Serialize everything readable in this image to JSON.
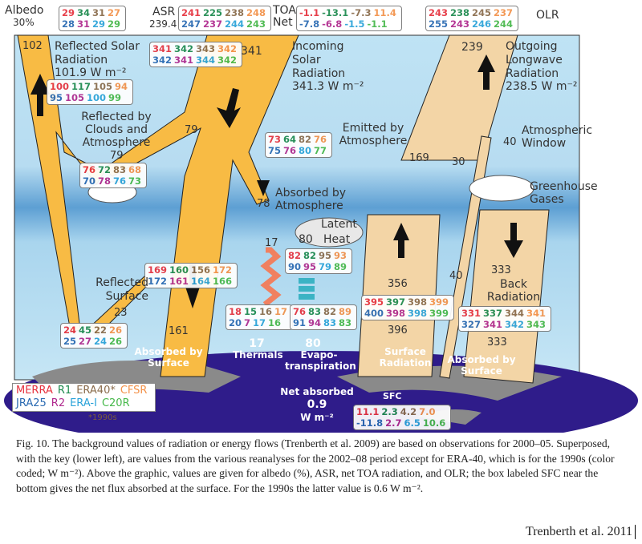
{
  "colors": {
    "merra": "#e6323e",
    "r1": "#1d8a4e",
    "era40": "#8a6c4c",
    "cfsr": "#f3924a",
    "jra25": "#2a6ab2",
    "r2": "#b02a8e",
    "erai": "#2ba3d9",
    "c20r": "#46b84a"
  },
  "header": {
    "albedo": "Albedo",
    "albedo_val": "30%",
    "asr": "ASR",
    "asr_val": "239.4",
    "toa": "TOA",
    "net": "Net",
    "olr": "OLR"
  },
  "boxes": {
    "albedo": [
      [
        29,
        34,
        31,
        27
      ],
      [
        28,
        31,
        29,
        29
      ]
    ],
    "asr": [
      [
        241,
        225,
        238,
        248
      ],
      [
        247,
        237,
        244,
        243
      ]
    ],
    "toa": [
      [
        "-1.1",
        "-13.1",
        "-7.3",
        "11.4"
      ],
      [
        "-7.8",
        "-6.8",
        "-1.5",
        "-1.1"
      ]
    ],
    "olr": [
      [
        243,
        238,
        245,
        237
      ],
      [
        255,
        243,
        246,
        244
      ]
    ],
    "incoming": [
      [
        341,
        342,
        343,
        342
      ],
      [
        342,
        341,
        344,
        342
      ]
    ],
    "reflected_solar": [
      [
        100,
        117,
        105,
        94
      ],
      [
        95,
        105,
        100,
        99
      ]
    ],
    "clouds": [
      [
        76,
        72,
        83,
        68
      ],
      [
        70,
        78,
        76,
        73
      ]
    ],
    "absorbed_atm": [
      [
        73,
        64,
        82,
        76
      ],
      [
        75,
        76,
        80,
        77
      ]
    ],
    "latent": [
      [
        82,
        82,
        95,
        93
      ],
      [
        90,
        95,
        79,
        89
      ]
    ],
    "thermals": [
      [
        18,
        15,
        16,
        17
      ],
      [
        20,
        7,
        17,
        16
      ]
    ],
    "evapo": [
      [
        76,
        83,
        82,
        89
      ],
      [
        91,
        94,
        83,
        83
      ]
    ],
    "surface_rad": [
      [
        395,
        397,
        398,
        399
      ],
      [
        400,
        398,
        398,
        399
      ]
    ],
    "back_rad": [
      [
        331,
        337,
        344,
        341
      ],
      [
        327,
        341,
        342,
        343
      ]
    ],
    "absorbed_sfc": [
      [
        169,
        160,
        156,
        172
      ],
      [
        172,
        161,
        164,
        166
      ]
    ],
    "reflected_sfc": [
      [
        24,
        45,
        22,
        26
      ],
      [
        25,
        27,
        24,
        26
      ]
    ],
    "sfc": [
      [
        "11.1",
        "2.3",
        "4.2",
        "7.0"
      ],
      [
        "-11.8",
        "2.7",
        "6.5",
        "10.6"
      ]
    ]
  },
  "labels": {
    "v102": "102",
    "reflected_solar": "Reflected Solar Radiation",
    "reflected_solar_val": "101.9 W m⁻²",
    "v341": "341",
    "incoming": "Incoming Solar Radiation",
    "incoming_val": "341.3 W m⁻²",
    "v239": "239",
    "outgoing": "Outgoing Longwave Radiation",
    "outgoing_val": "238.5 W m⁻²",
    "clouds": "Reflected by Clouds and Atmosphere",
    "v79a": "79",
    "v79b": "79",
    "v78": "78",
    "absorbed_atm": "Absorbed by Atmosphere",
    "emitted": "Emitted by Atmosphere",
    "v169": "169",
    "v30": "30",
    "v40a": "40",
    "window": "Atmospheric Window",
    "ghg": "Greenhouse Gases",
    "latent": "Latent",
    "v80": "80",
    "heat": "Heat",
    "v17": "17",
    "v356": "356",
    "v396": "396",
    "v40b": "40",
    "v333a": "333",
    "back": "Back Radiation",
    "v333b": "333",
    "reflected_sfc": "Reflected Surface",
    "v23": "23",
    "v161": "161",
    "absorbed_sfc": "Absorbed by Surface",
    "thermals_val": "17",
    "thermals": "Thermals",
    "evapo_val": "80",
    "evapo": "Evapo-transpiration",
    "surface_rad": "Surface Radiation",
    "absorbed_sfc2": "Absorbed by Surface",
    "net_absorbed": "Net absorbed",
    "net_val": "0.9",
    "net_unit": "W m⁻²",
    "sfc": "SFC"
  },
  "key": {
    "row1": [
      "MERRA",
      "R1",
      "ERA40*",
      "CFSR"
    ],
    "row2": [
      "JRA25",
      "R2",
      "ERA-I",
      "C20R"
    ],
    "note": "*1990s"
  },
  "caption": "Fig. 10. The background values of radiation or energy flows (Trenberth et al. 2009) are based on observations for 2000–05. Superposed, with the key (lower left), are values from the various reanalyses for the 2002–08 period except for ERA-40, which is for the 1990s (color coded; W m⁻²). Above the graphic, values are given for albedo (%), ASR, net TOA radiation, and OLR; the box labeled SFC near the bottom gives the net flux absorbed at the surface. For the 1990s the latter value is 0.6 W m⁻².",
  "credit": "Trenberth et al. 2011"
}
